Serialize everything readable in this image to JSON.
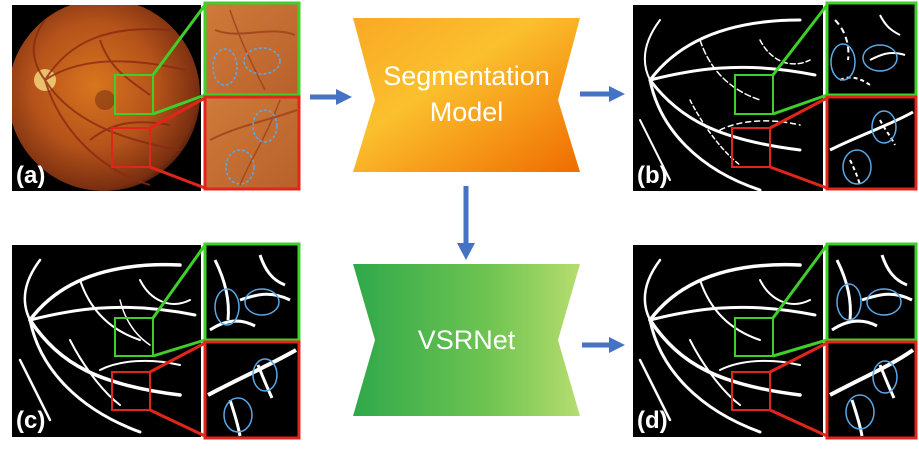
{
  "panels": {
    "a": {
      "label": "(a)"
    },
    "b": {
      "label": "(b)"
    },
    "c": {
      "label": "(c)"
    },
    "d": {
      "label": "(d)"
    }
  },
  "segmentation_model": {
    "line1": "Segmentation",
    "line2": "Model"
  },
  "vsrnet": {
    "label": "VSRNet"
  },
  "colors": {
    "roi_green": "#3fcf2a",
    "roi_red": "#e0261b",
    "arrow": "#4472c4",
    "highlight_ellipse": "#5aa9e6",
    "seg_gradient": [
      "#fbc02d",
      "#f57f17"
    ],
    "vsr_gradient": [
      "#37b24d",
      "#a5d86a"
    ]
  }
}
